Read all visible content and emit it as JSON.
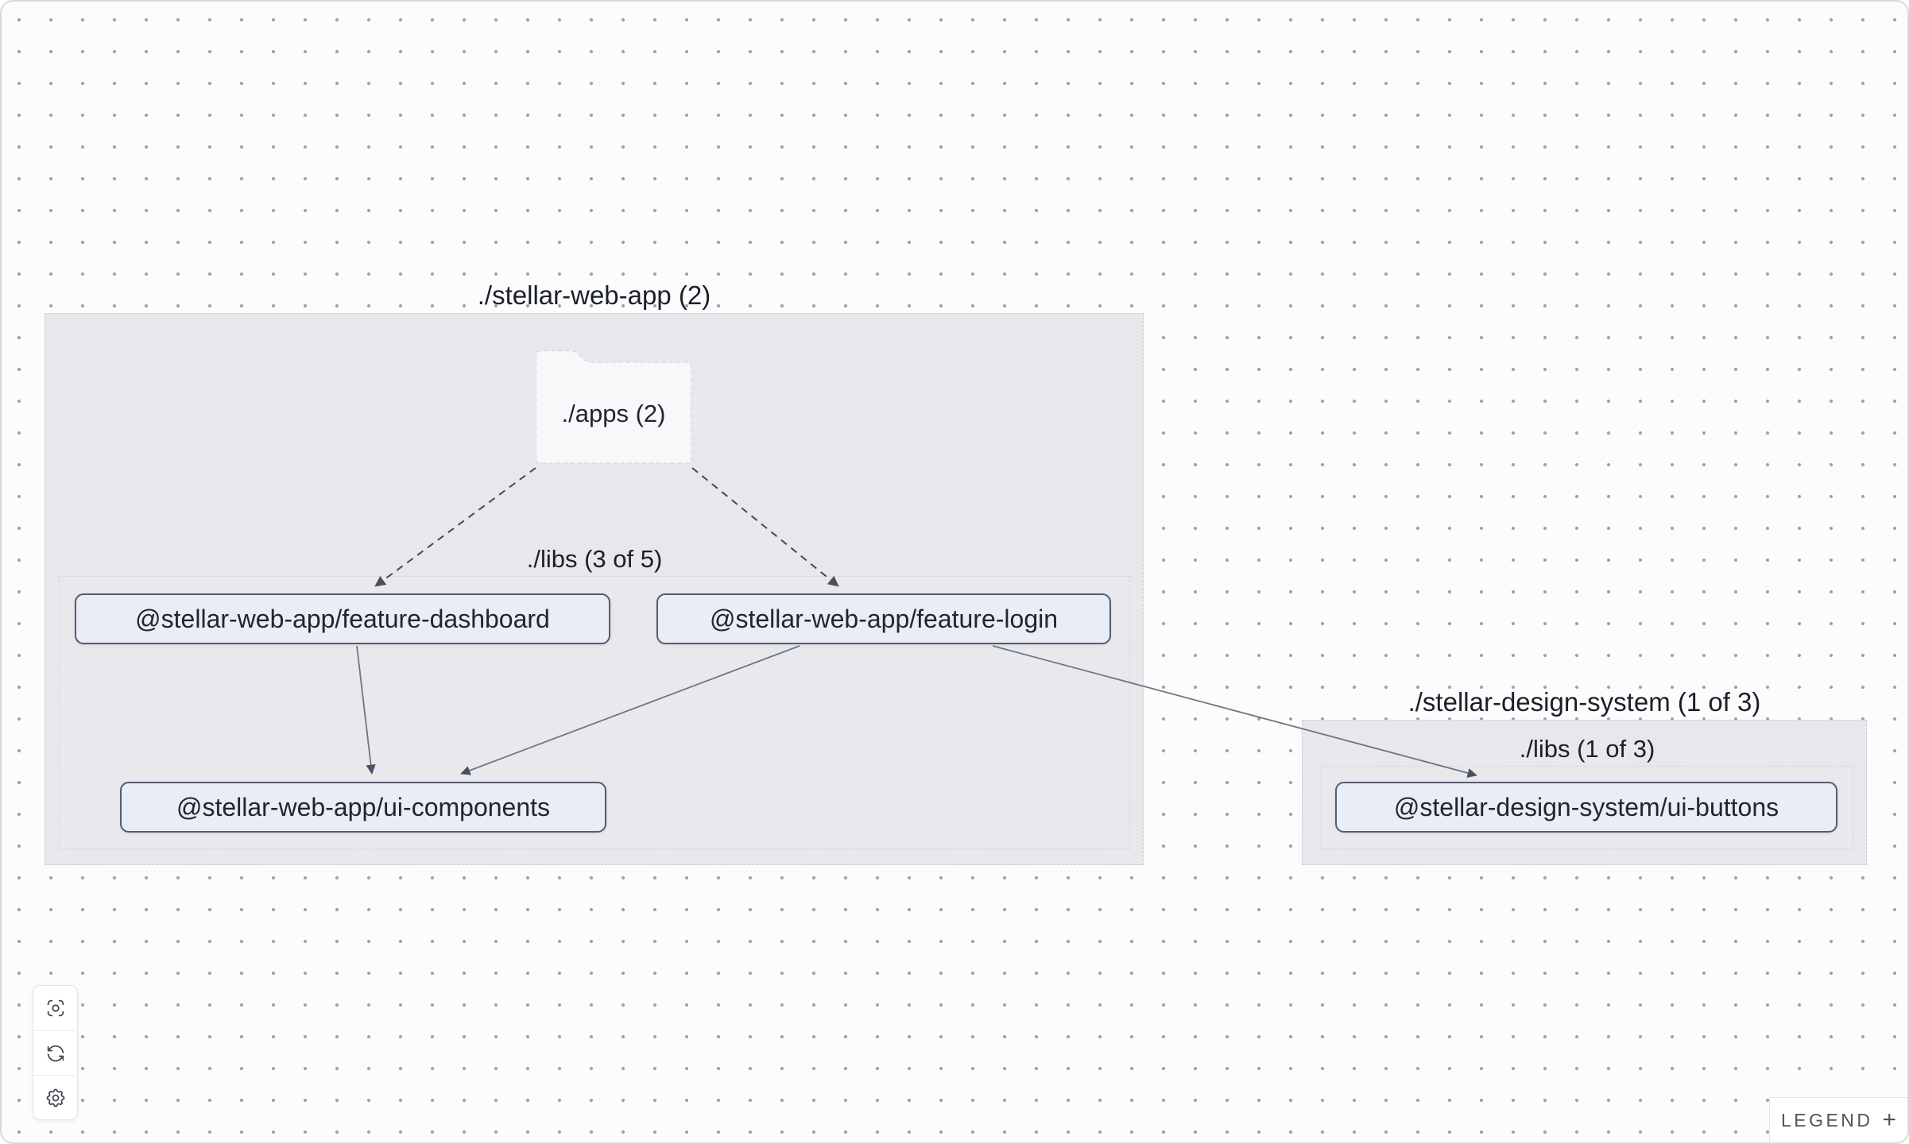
{
  "graph": {
    "web_app": {
      "title": "./stellar-web-app (2)",
      "apps_folder": "./apps (2)",
      "libs_group": "./libs (3 of 5)",
      "nodes": {
        "feature_dashboard": "@stellar-web-app/feature-dashboard",
        "feature_login": "@stellar-web-app/feature-login",
        "ui_components": "@stellar-web-app/ui-components"
      }
    },
    "design_system": {
      "title": "./stellar-design-system (1 of 3)",
      "libs_group": "./libs (1 of 3)",
      "nodes": {
        "ui_buttons": "@stellar-design-system/ui-buttons"
      }
    },
    "edges": [
      {
        "from": "./apps",
        "to": "@stellar-web-app/feature-dashboard",
        "style": "dashed"
      },
      {
        "from": "./apps",
        "to": "@stellar-web-app/feature-login",
        "style": "dashed"
      },
      {
        "from": "@stellar-web-app/feature-dashboard",
        "to": "@stellar-web-app/ui-components",
        "style": "solid"
      },
      {
        "from": "@stellar-web-app/feature-login",
        "to": "@stellar-web-app/ui-components",
        "style": "solid"
      },
      {
        "from": "@stellar-web-app/feature-login",
        "to": "@stellar-design-system/ui-buttons",
        "style": "solid"
      }
    ]
  },
  "toolbar": {
    "icons": [
      "focus-icon",
      "refresh-icon",
      "gear-icon"
    ]
  },
  "legend": {
    "label": "LEGEND",
    "toggle": "+"
  },
  "colors": {
    "canvas_bg": "#FCFCFD",
    "dot_grid": "#99A2B1",
    "group_fill": "#E8E7EC",
    "group_border": "#CFCBD8",
    "folder_fill": "#F8F7FA",
    "node_fill": "#E9EDF6",
    "node_border": "#535D6E",
    "node_text": "#20252E",
    "edge_solid": "#6E7481",
    "edge_dashed": "#424955"
  }
}
